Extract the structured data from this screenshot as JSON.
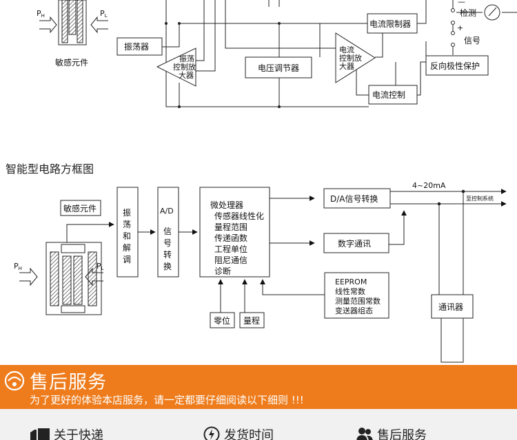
{
  "top_diagram": {
    "sensor_label": "敏感元件",
    "ph": "P",
    "ph_sub": "H",
    "pl": "P",
    "pl_sub": "L",
    "oscillator": "振荡器",
    "osc_amp": [
      "振荡",
      "控制放",
      "大器"
    ],
    "voltage_reg": "电压调节器",
    "current_amp": [
      "电流",
      "控制放",
      "大器"
    ],
    "current_limiter": "电流限制器",
    "current_control": "电流控制",
    "reverse_protect": "反向极性保护",
    "detect": "检测",
    "signal": "信号",
    "plus": "+",
    "minus": "—"
  },
  "bottom_diagram": {
    "section_title": "智能型电路方框图",
    "sensor_label": "敏感元件",
    "ph": "P",
    "ph_sub": "H",
    "pl": "P",
    "pl_sub": "L",
    "oscillator_block": [
      "振",
      "荡",
      "和",
      "解",
      "调"
    ],
    "ad_block": [
      "A/D",
      "信",
      "号",
      "转",
      "换"
    ],
    "mcu_title": "微处理器",
    "mcu_items": [
      "传感器线性化",
      "量程范围",
      "传递函数",
      "工程单位",
      "阻尼通信",
      "诊断"
    ],
    "da_block": "D/A信号转换",
    "digital_comm": "数字通讯",
    "eeprom_lines": [
      "EEPROM",
      "线性常数",
      "测量范围常数",
      "变送器组态"
    ],
    "zero": "零位",
    "range": "量程",
    "communicator": "通讯器",
    "current_label": "4~20mA",
    "to_control": "至控制系统"
  },
  "banner": {
    "title": "售后服务",
    "subtitle": "为了更好的体验本店服务，请一定都要仔细阅读以下细则 !!!",
    "color": "#ee7c1c"
  },
  "footer": {
    "items": [
      {
        "label": "关于快递",
        "icon": "truck-icon"
      },
      {
        "label": "发货时间",
        "icon": "lightning-icon"
      },
      {
        "label": "售后服务",
        "icon": "users-icon"
      }
    ]
  }
}
